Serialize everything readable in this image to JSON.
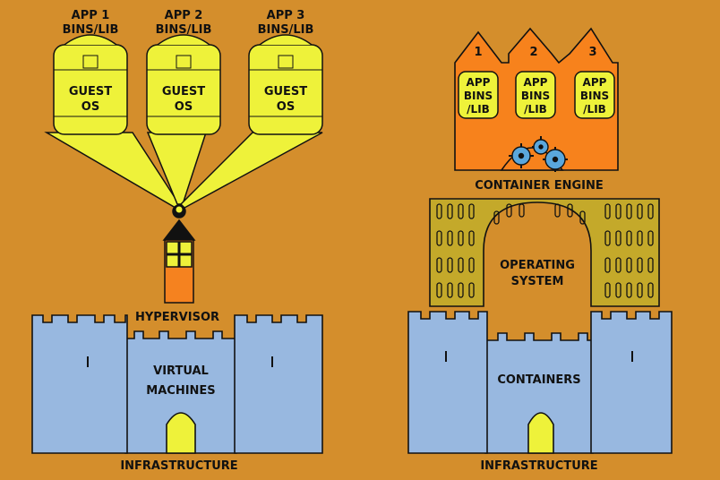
{
  "colors": {
    "background": "#d48e2c",
    "guest_yellow": "#eef23a",
    "castle_blue": "#98b8e0",
    "hypervisor_orange": "#f5821f",
    "container_orange": "#f7821c",
    "os_olive": "#c4a92a",
    "gear_blue": "#5aa7dc",
    "ink": "#111111"
  },
  "left": {
    "apps": [
      {
        "title": "APP 1",
        "sub": "BINS/LIB",
        "guest": "GUEST",
        "os": "OS"
      },
      {
        "title": "APP 2",
        "sub": "BINS/LIB",
        "guest": "GUEST",
        "os": "OS"
      },
      {
        "title": "APP 3",
        "sub": "BINS/LIB",
        "guest": "GUEST",
        "os": "OS"
      }
    ],
    "hypervisor_label": "HYPERVISOR",
    "castle_line1": "VIRTUAL",
    "castle_line2": "MACHINES",
    "infrastructure_label": "INFRASTRUCTURE"
  },
  "right": {
    "containers": [
      {
        "number": "1",
        "l1": "APP",
        "l2": "BINS",
        "l3": "/LIB"
      },
      {
        "number": "2",
        "l1": "APP",
        "l2": "BINS",
        "l3": "/LIB"
      },
      {
        "number": "3",
        "l1": "APP",
        "l2": "BINS",
        "l3": "/LIB"
      }
    ],
    "engine_label": "CONTAINER ENGINE",
    "os_line1": "OPERATING",
    "os_line2": "SYSTEM",
    "castle_label": "CONTAINERS",
    "infrastructure_label": "INFRASTRUCTURE"
  }
}
